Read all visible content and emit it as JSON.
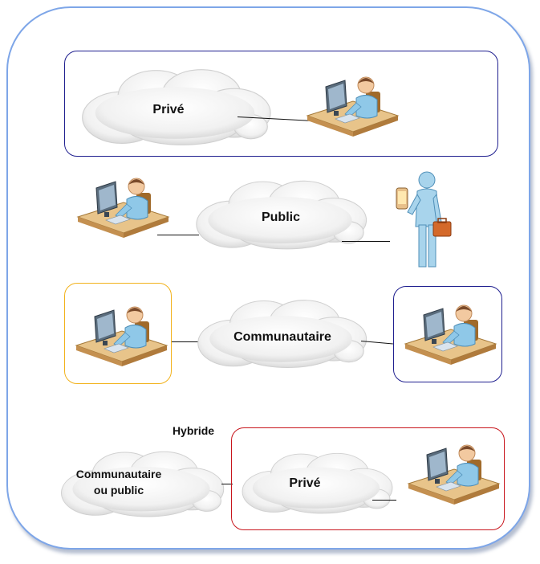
{
  "rows": {
    "private": {
      "cloud_label": "Privé"
    },
    "public": {
      "cloud_label": "Public"
    },
    "community": {
      "cloud_label": "Communautaire"
    },
    "hybrid": {
      "title": "Hybride",
      "left_cloud_label": "Communautaire ou public",
      "right_cloud_label": "Privé"
    }
  },
  "colors": {
    "frame_border": "#7ea6e8",
    "private_box_border": "#1f1f8f",
    "community_left_border": "#f2b21b",
    "community_right_border": "#1f1f8f",
    "hybrid_box_border": "#c8161d"
  }
}
